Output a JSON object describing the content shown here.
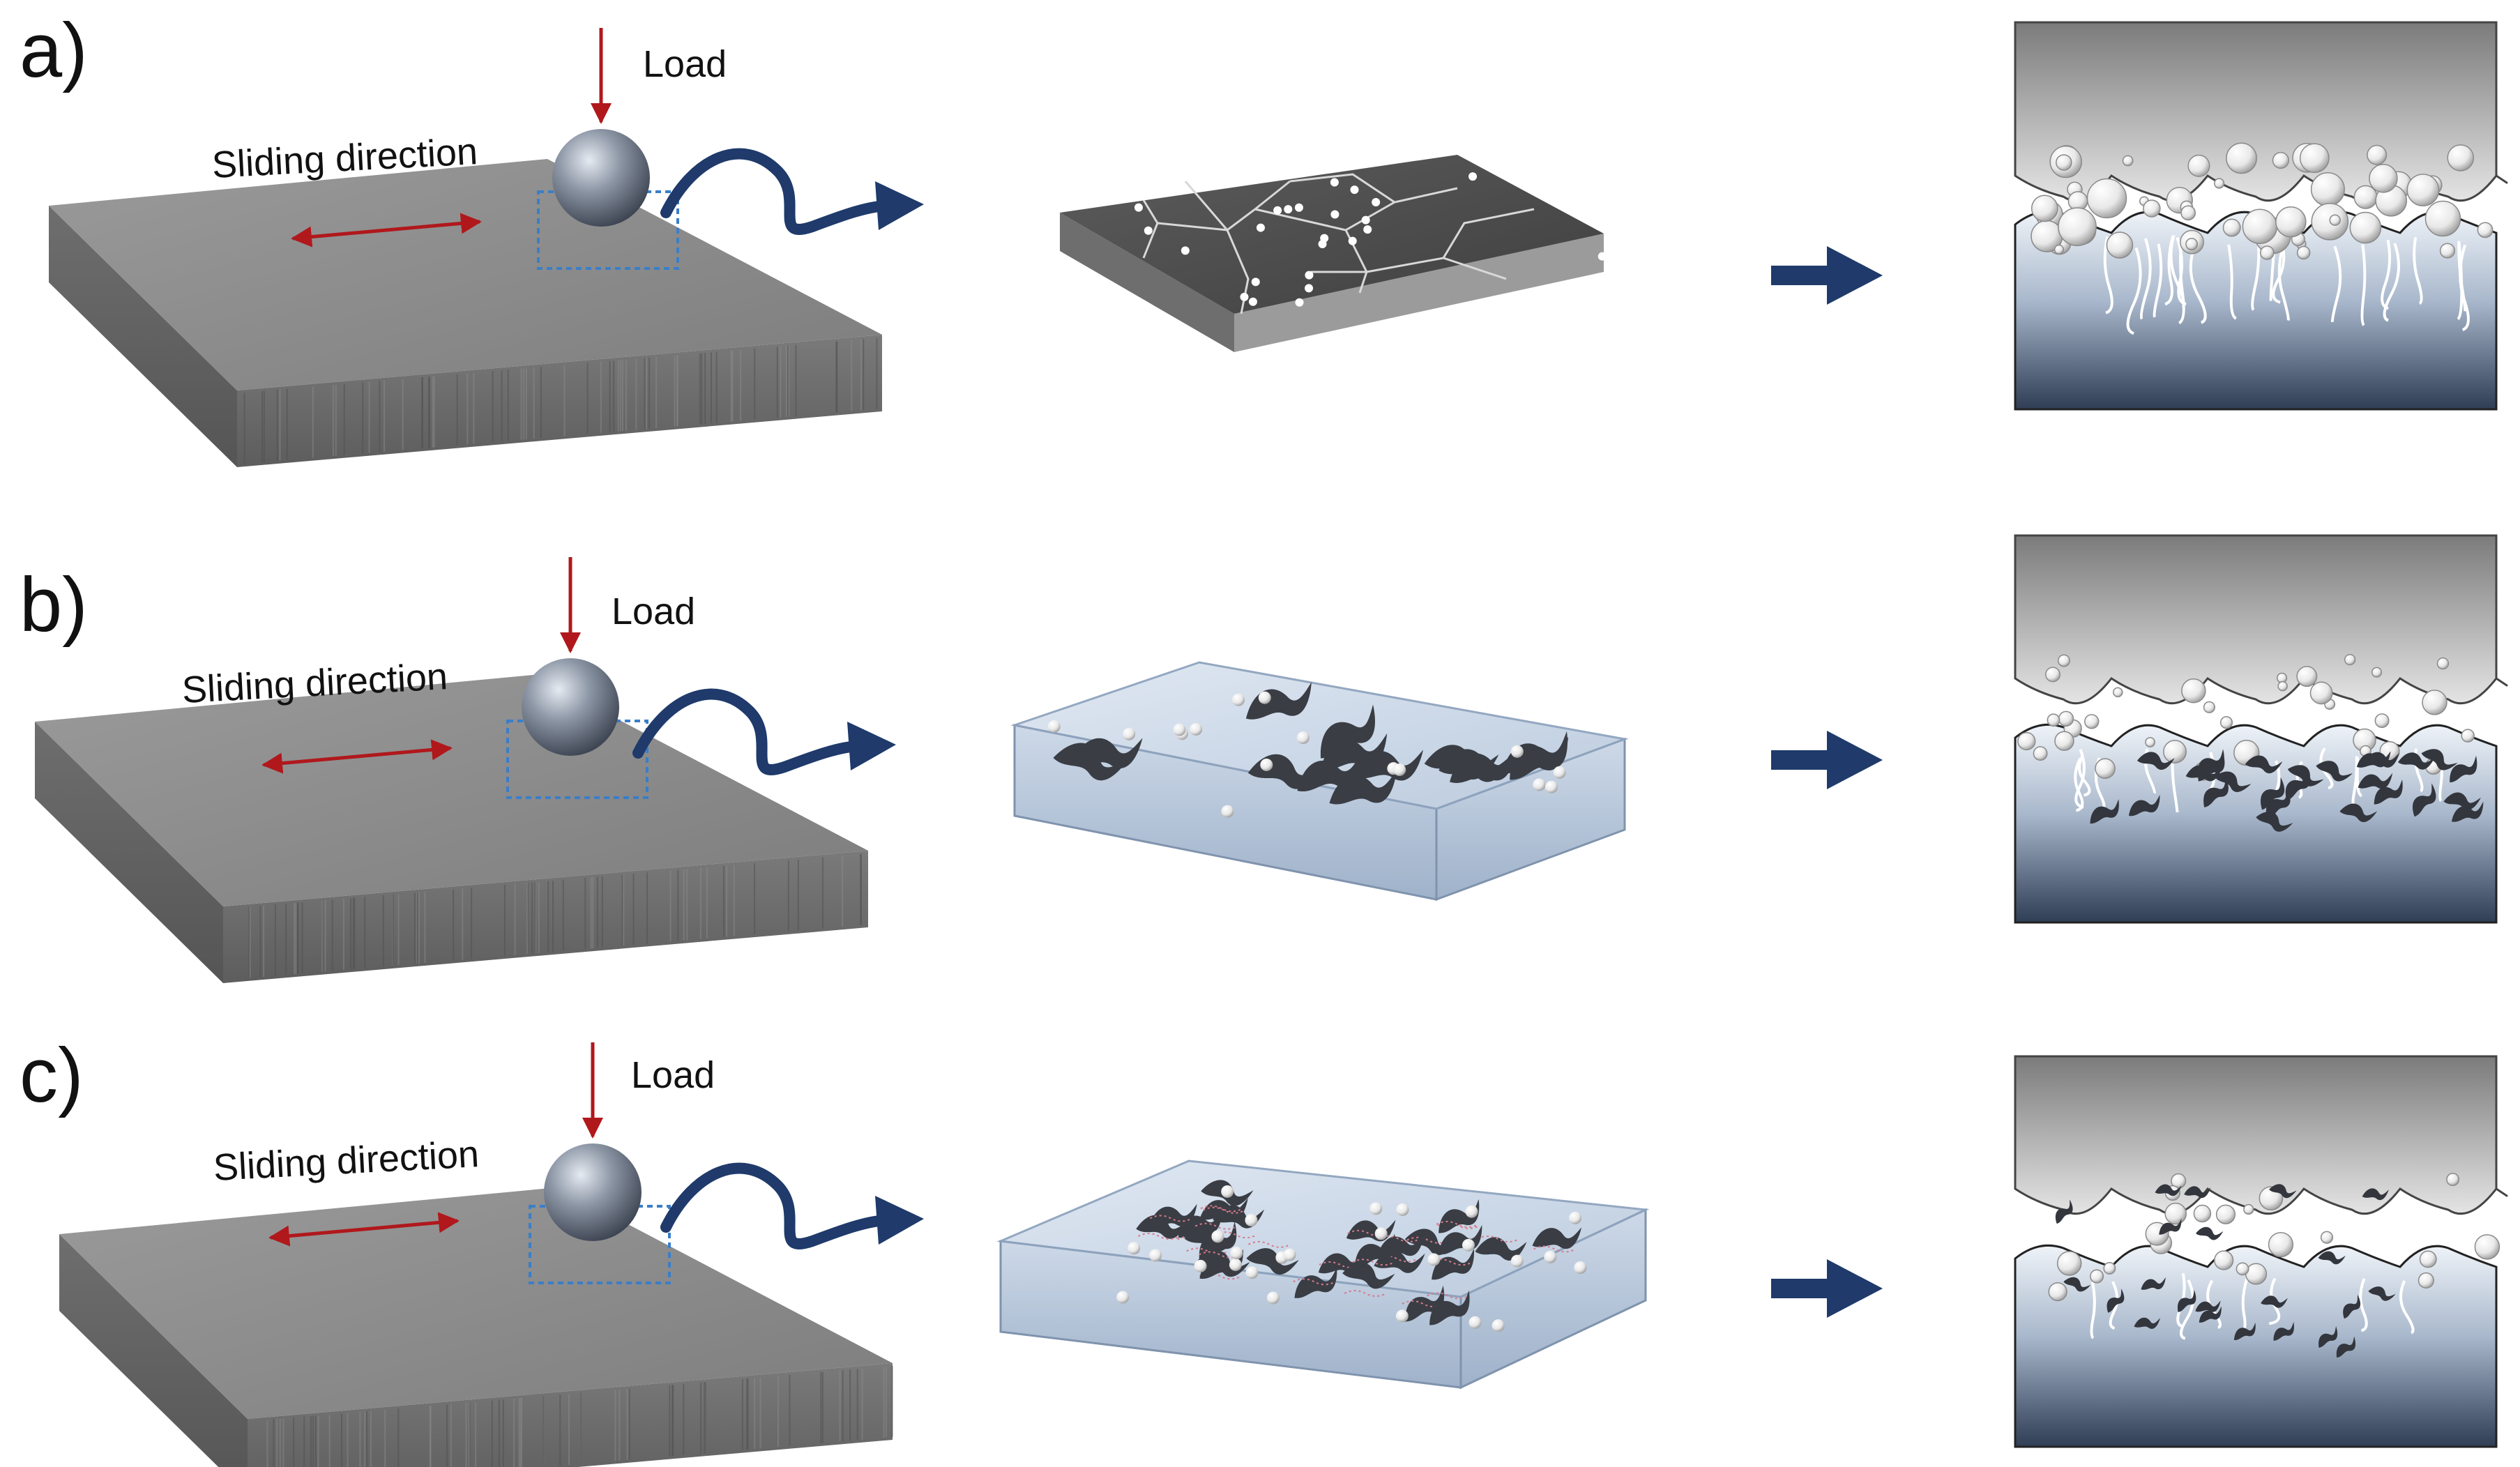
{
  "rows": [
    {
      "panel_label": "a)",
      "load_label": "Load",
      "sliding_label": "Sliding direction"
    },
    {
      "panel_label": "b)",
      "load_label": "Load",
      "sliding_label": "Sliding direction"
    },
    {
      "panel_label": "c)",
      "load_label": "Load",
      "sliding_label": "Sliding direction"
    }
  ],
  "colors": {
    "arrow_navy": "#1f3a6b",
    "load_red": "#b0181c",
    "dashed_box": "#3a7ec8",
    "slab_gray": "#8a8a8a",
    "ball_gray": "#7d8795",
    "dark_flake": "#3a3d44",
    "glass_blue": "#c9d6e6"
  }
}
